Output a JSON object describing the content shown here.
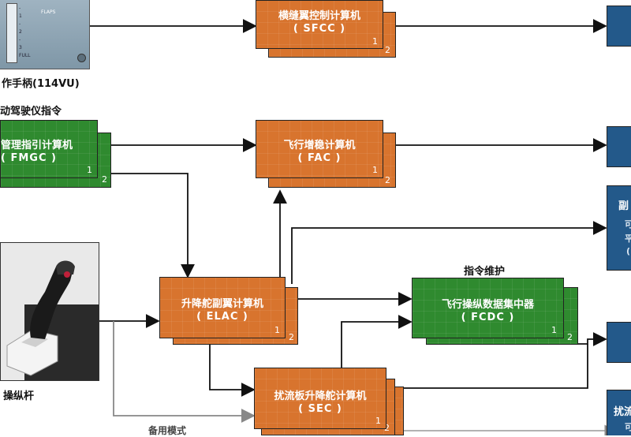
{
  "flap_panel": {
    "caption": "作手柄(114VU)",
    "plate_label": "FLAPS",
    "scale_marks": [
      "-",
      "1",
      "-",
      "2",
      "-",
      "3",
      "FULL"
    ]
  },
  "autopilot_label": "动驾驶仪指令",
  "fmgc": {
    "name": "管理指引计算机",
    "code": "( FMGC )",
    "unit1": "1",
    "unit2": "2"
  },
  "sfcc": {
    "name": "横缝翼控制计算机",
    "code": "( SFCC )",
    "unit1": "1",
    "unit2": "2"
  },
  "fac": {
    "name": "飞行增稳计算机",
    "code": "( FAC )",
    "unit1": "1",
    "unit2": "2"
  },
  "elac": {
    "name": "升降舵副翼计算机",
    "code": "( ELAC )",
    "unit1": "1",
    "unit2": "2"
  },
  "fcdc": {
    "name": "飞行操纵数据集中器",
    "code": "( FCDC )",
    "unit1": "1",
    "unit2": "2",
    "top_label": "指令维护"
  },
  "sec": {
    "name": "扰流板升降舵计算机",
    "code": "( SEC )",
    "unit1": "1",
    "unit2": "2"
  },
  "sidestick": {
    "caption": "操纵杆"
  },
  "backup_label": "备用模式",
  "right_partial": [
    {
      "title": "副",
      "lines": [
        "可",
        "平",
        "("
      ]
    },
    {
      "title": "扰流",
      "lines": [
        "可"
      ]
    }
  ],
  "colors": {
    "orange": "#d8742e",
    "green": "#2f8a2f",
    "blue": "#23598a",
    "arrow_black": "#111111",
    "arrow_gray": "#888888"
  }
}
